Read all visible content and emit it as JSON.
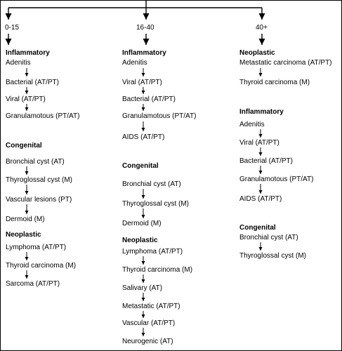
{
  "groups": [
    {
      "age": "0-15",
      "sections": [
        {
          "title": "Inflammatory",
          "items": [
            "Adenitis",
            "Bacterial (AT/PT)",
            "Viral (AT/PT)",
            "Granulamotous (PT/AT)"
          ]
        },
        {
          "title": "Congenital",
          "items": [
            "Bronchial cyst (AT)",
            "Thyroglossal cyst (M)",
            "Vascular lesions (PT)",
            "Dermoid (M)"
          ]
        },
        {
          "title": "Neoplastic",
          "items": [
            "Lymphoma (AT/PT)",
            "Thyroid carcinoma (M)",
            "Sarcoma (AT/PT)"
          ]
        }
      ]
    },
    {
      "age": "16-40",
      "sections": [
        {
          "title": "Inflammatory",
          "items": [
            "Adenitis",
            "Viral (AT/PT)",
            "Bacterial (AT/PT)",
            "Granulamotous (PT/AT)",
            "AIDS (AT/PT)"
          ]
        },
        {
          "title": "Congenital",
          "items": [
            "Bronchial cyst (AT)",
            "Thyroglossal cyst (M)",
            "Dermoid (M)"
          ]
        },
        {
          "title": "Neoplastic",
          "items": [
            "Lymphoma (AT/PT)",
            "Thyroid carcinoma (M)",
            "Salivary (AT)",
            "Metastatic (AT/PT)",
            "Vascular (AT/PT)",
            "Neurogenic (AT)"
          ]
        }
      ]
    },
    {
      "age": "40+",
      "sections": [
        {
          "title": "Neoplastic",
          "items": [
            "Metastatic carcinoma (AT/PT)",
            "Thyroid carcinoma (M)"
          ]
        },
        {
          "title": "Inflammatory",
          "items": [
            "Adenitis",
            "Viral (AT/PT)",
            "Bacterial (AT/PT)",
            "Granulamotous (PT/AT)",
            "AIDS (AT/PT)"
          ]
        },
        {
          "title": "Congenital",
          "items": [
            "Bronchial cyst (AT)",
            "Thyroglossal cyst (M)"
          ]
        }
      ]
    }
  ]
}
